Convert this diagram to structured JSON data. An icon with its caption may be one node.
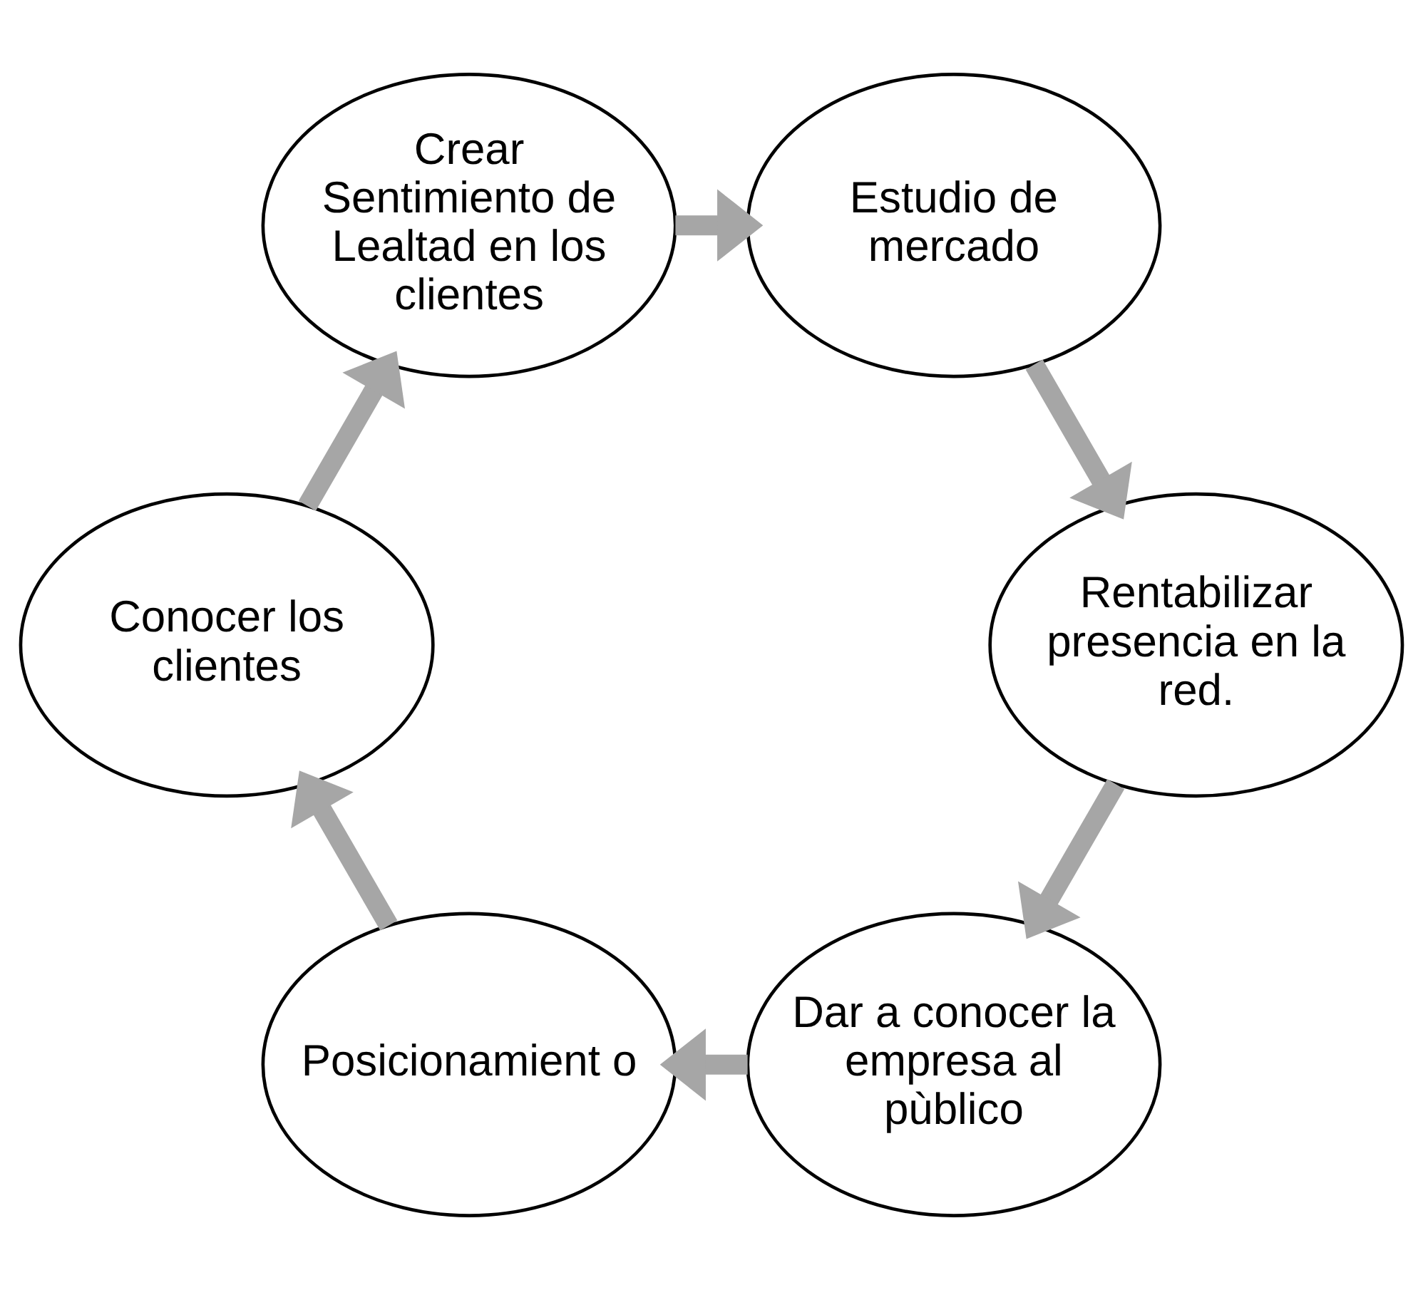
{
  "diagram": {
    "nodes": [
      {
        "text": [
          "Dar a conocer la empresa al pùblico"
        ]
      },
      {
        "text": [
          "Rentabilizar presencia en la red."
        ]
      },
      {
        "text": [
          "Posicionamient o"
        ]
      },
      {
        "text": [
          "Conocer los clientes"
        ]
      },
      {
        "text": [
          "Estudio de mercado"
        ]
      },
      {
        "text": [
          "Crear Sentimiento de Lealtad en los clientes"
        ]
      }
    ],
    "edges": [
      {
        "from": 0,
        "to": 2,
        "arrow": "to"
      },
      {
        "from": 2,
        "to": 3,
        "arrow": "to"
      },
      {
        "from": 3,
        "to": 5,
        "arrow": "to"
      },
      {
        "from": 5,
        "to": 4,
        "arrow": "to"
      },
      {
        "from": 4,
        "to": 1,
        "arrow": "to"
      },
      {
        "from": 1,
        "to": 0,
        "arrow": "to"
      }
    ]
  }
}
